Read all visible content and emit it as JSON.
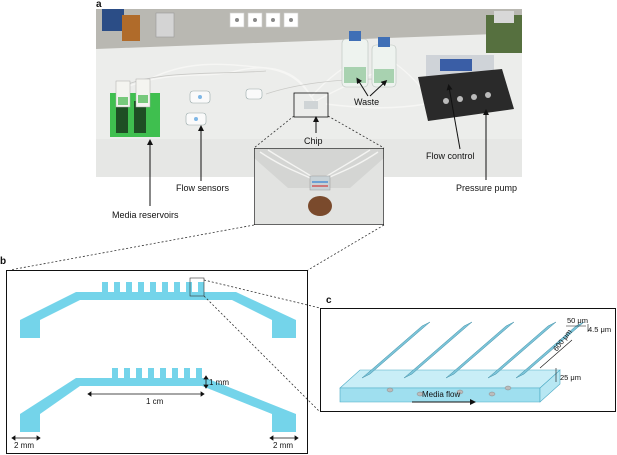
{
  "panels": {
    "a": {
      "letter": "a",
      "labels": {
        "chip": "Chip",
        "waste": "Waste",
        "flow_sensors": "Flow sensors",
        "flow_control": "Flow control",
        "media_reservoirs": "Media reservoirs",
        "pressure_pump": "Pressure pump"
      }
    },
    "b": {
      "letter": "b",
      "dims": {
        "height": "1 mm",
        "length": "1 cm",
        "left_width": "2 mm",
        "right_width": "2 mm"
      }
    },
    "c": {
      "letter": "c",
      "dims": {
        "width": "50 μm",
        "depth": "4.5 μm",
        "length": "600 μm",
        "height": "25 μm"
      },
      "flow_label": "Media flow"
    }
  },
  "colors": {
    "channel": "#74d4ea",
    "bench": "#ecedeb",
    "reservoir_green": "#3fbf4f"
  }
}
